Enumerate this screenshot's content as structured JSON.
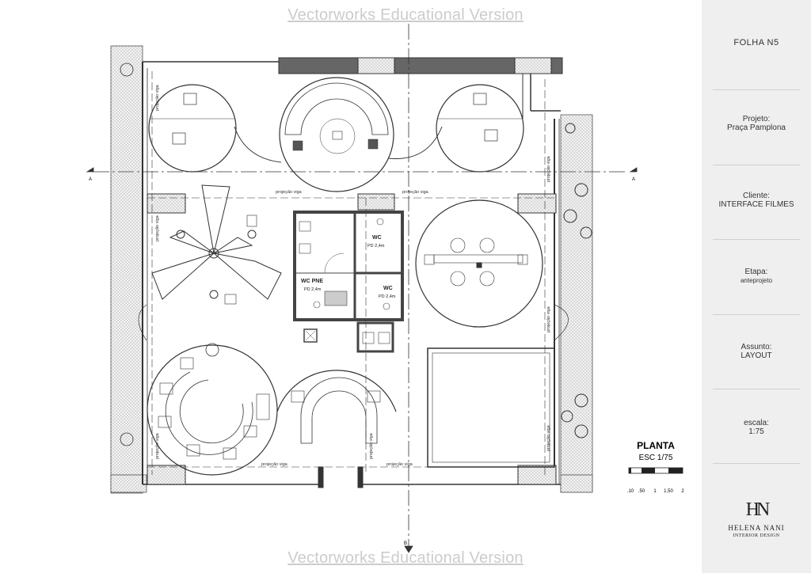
{
  "watermark": "Vectorworks Educational Version",
  "panel": {
    "sheet": "FOLHA N5",
    "projeto_label": "Projeto:",
    "projeto_value": "Praça Pamplona",
    "cliente_label": "Cliente:",
    "cliente_value": "INTERFACE FILMES",
    "etapa_label": "Etapa:",
    "etapa_value": "anteprojeto",
    "assunto_label": "Assunto:",
    "assunto_value": "LAYOUT",
    "escala_label": "escala:",
    "escala_value": "1:75",
    "logo_mark": "HN",
    "logo_name": "HELENA NANI",
    "logo_sub": "INTERIOR DESIGN"
  },
  "plan": {
    "title": "PLANTA",
    "scale": "ESC 1/75",
    "scale_ticks": [
      ".10",
      ".50",
      "1",
      "1.50",
      "2"
    ],
    "section_a": "A",
    "section_b": "B",
    "beam_label": "projeção viga",
    "rooms": {
      "wc": "WC",
      "wc_pd": "PD 2,4m",
      "wc2": "WC",
      "wc2_pd": "PD 2,4m",
      "wc_pne": "WC PNE",
      "wc_pne_pd": "PD 2,4m"
    }
  }
}
